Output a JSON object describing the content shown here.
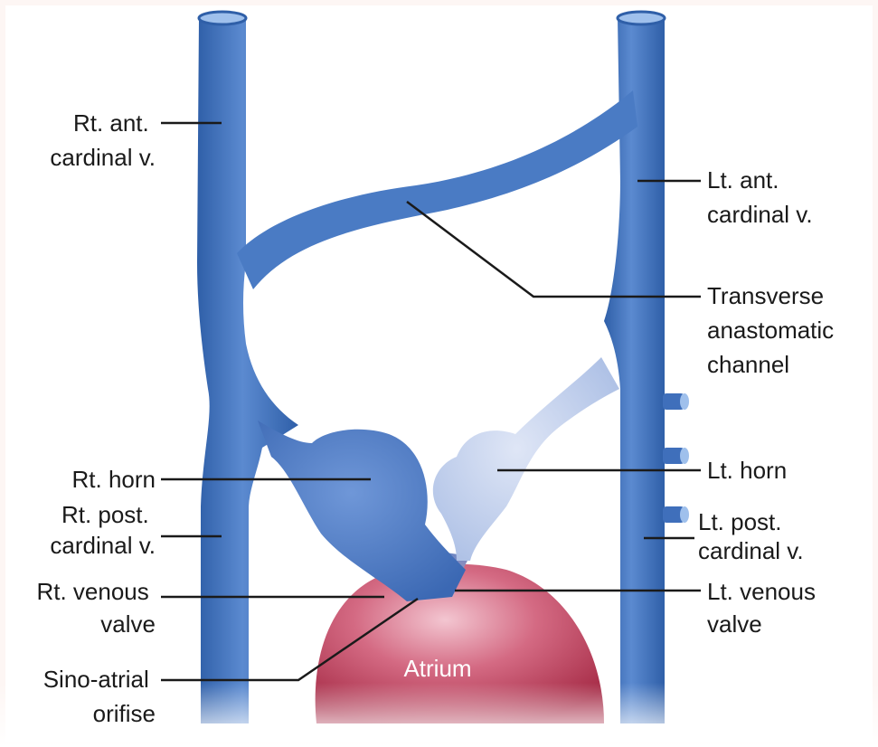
{
  "labels": {
    "rt_ant_cardinal": [
      "Rt. ant.",
      "cardinal v."
    ],
    "lt_ant_cardinal": [
      "Lt. ant.",
      "cardinal v."
    ],
    "transverse_anastomatic": [
      "Transverse",
      "anastomatic",
      "channel"
    ],
    "rt_horn": [
      "Rt. horn"
    ],
    "lt_horn": [
      "Lt. horn"
    ],
    "rt_post_cardinal": [
      "Rt. post.",
      "cardinal v."
    ],
    "lt_post_cardinal": [
      "Lt. post.",
      "cardinal v."
    ],
    "rt_venous_valve": [
      "Rt. venous",
      "valve"
    ],
    "lt_venous_valve": [
      "Lt. venous",
      "valve"
    ],
    "sino_atrial": [
      "Sino-atrial",
      "orifise"
    ],
    "atrium": [
      "Atrium"
    ]
  },
  "colors": {
    "vein": "#4f7fc6",
    "vein_dark": "#2f5fa8",
    "vein_light": "#9db4e0",
    "atrium": "#b8364f",
    "atrium_light": "#e8a3b3"
  }
}
